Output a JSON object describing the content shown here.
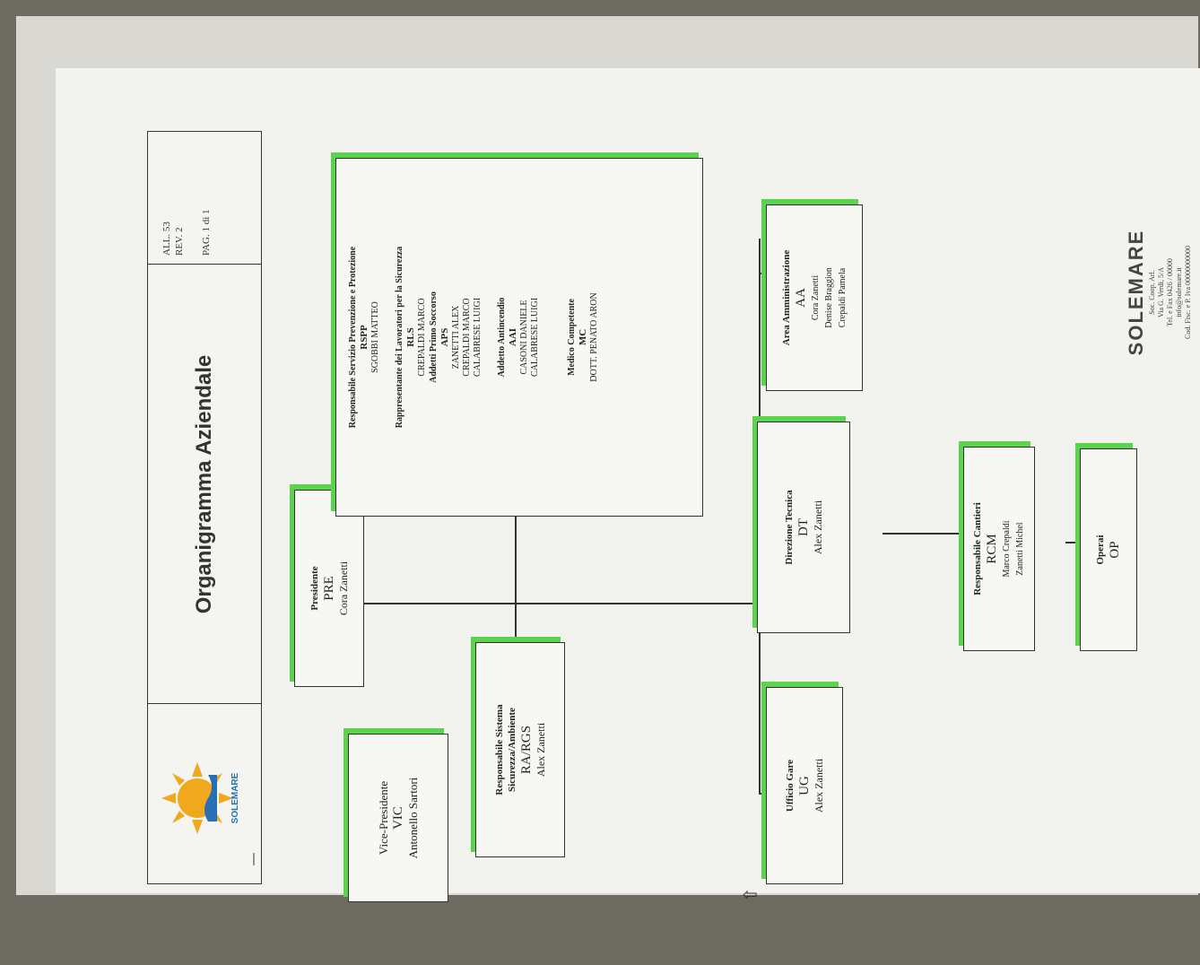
{
  "header": {
    "title": "Organigramma Aziendale",
    "doc_ref": "ALL. 53",
    "revision": "REV. 2",
    "page": "PAG. 1 di 1",
    "logo_text": "SOLEMARE"
  },
  "president": {
    "role": "Presidente",
    "code": "PRE",
    "name": "Cora Zanetti"
  },
  "vice_president": {
    "role": "Vice-Presidente",
    "code": "VIC",
    "name": "Antonello Sartori"
  },
  "system_manager": {
    "role": "Responsabile Sistema Sicurezza/Ambiente",
    "code": "RA/RGS",
    "name": "Alex Zanetti"
  },
  "safety_box": {
    "rspp_role": "Responsabile Servizio Prevenzione e Protezione",
    "rspp_code": "RSPP",
    "rspp_name": "SGOBBI MATTEO",
    "rls_role": "Rappresentante dei Lavoratori per la Sicurezza",
    "rls_code": "RLS",
    "rls_name": "CREPALDI MARCO",
    "aps_role": "Addetti Primo Soccorso",
    "aps_code": "APS",
    "aps_names": [
      "ZANETTI ALEX",
      "CREPALDI MARCO",
      "CALABRESE LUIGI"
    ],
    "aai_role": "Addetto Antincendio",
    "aai_code": "AAI",
    "aai_names": [
      "CASONI DANIELE",
      "CALABRESE LUIGI"
    ],
    "mc_role": "Medico Competente",
    "mc_code": "MC",
    "mc_name": "DOTT. PENATO ARON"
  },
  "admin_area": {
    "role": "Area Amministrazione",
    "code": "AA",
    "names": [
      "Cora Zanetti",
      "Denise Braggion",
      "Crepaldi Pamela"
    ]
  },
  "technical_direction": {
    "role": "Direzione Tecnica",
    "code": "DT",
    "name": "Alex Zanetti"
  },
  "tender_office": {
    "role": "Ufficio Gare",
    "code": "UG",
    "name": "Alex Zanetti"
  },
  "site_manager": {
    "role": "Responsabile Cantieri",
    "code": "RCM",
    "names": [
      "Marco Crepaldi",
      "Zanetti Michel"
    ]
  },
  "workers": {
    "role": "Operai",
    "code": "OP"
  },
  "company": {
    "name": "SOLEMARE",
    "lines": [
      "Soc. Coop. Arl.",
      "Via G. Verdi, 5/A",
      "Tel. e Fax 0426 / 00000",
      "info@solemare.it",
      "Cod. Fisc. e P. Iva 00000000000"
    ]
  },
  "colors": {
    "box_shadow": "#5bd34d",
    "line": "#333333",
    "paper": "#f2f2ee"
  }
}
